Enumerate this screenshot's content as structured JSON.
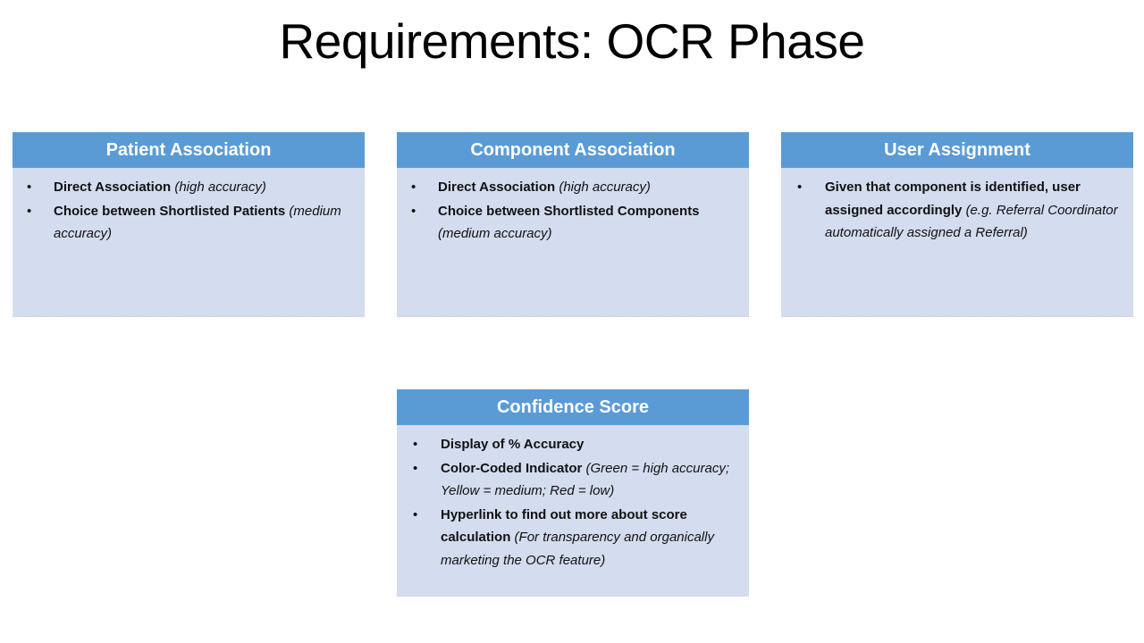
{
  "slide": {
    "title": "Requirements: OCR Phase",
    "theme": {
      "header_fill": "#5B9BD5",
      "header_text": "#FFFFFF",
      "body_fill": "#D4DCEF",
      "body_text": "#111111",
      "page_background": "#FFFFFF"
    },
    "bullet_glyph": "•"
  },
  "cards": [
    {
      "id": "patient",
      "title": "Patient Association",
      "bullets": [
        {
          "bold": "Direct Association",
          "italic": "(high accuracy)"
        },
        {
          "bold": "Choice between Shortlisted Patients",
          "italic": "(medium accuracy)"
        }
      ]
    },
    {
      "id": "component",
      "title": "Component Association",
      "bullets": [
        {
          "bold": "Direct Association",
          "italic": "(high accuracy)"
        },
        {
          "bold": "Choice between Shortlisted Components",
          "italic": "(medium accuracy)"
        }
      ]
    },
    {
      "id": "user",
      "title": "User Assignment",
      "bullets": [
        {
          "bold": "Given that component is identified, user assigned accordingly",
          "italic": "(e.g. Referral Coordinator automatically assigned a Referral)"
        }
      ]
    },
    {
      "id": "confidence",
      "title": "Confidence Score",
      "bullets": [
        {
          "bold": "Display of % Accuracy",
          "italic": ""
        },
        {
          "bold": "Color-Coded Indicator",
          "italic": "(Green = high accuracy; Yellow = medium; Red = low)"
        },
        {
          "bold": "Hyperlink to find out more about score calculation",
          "italic": "(For transparency and organically marketing the OCR feature)"
        }
      ]
    }
  ]
}
